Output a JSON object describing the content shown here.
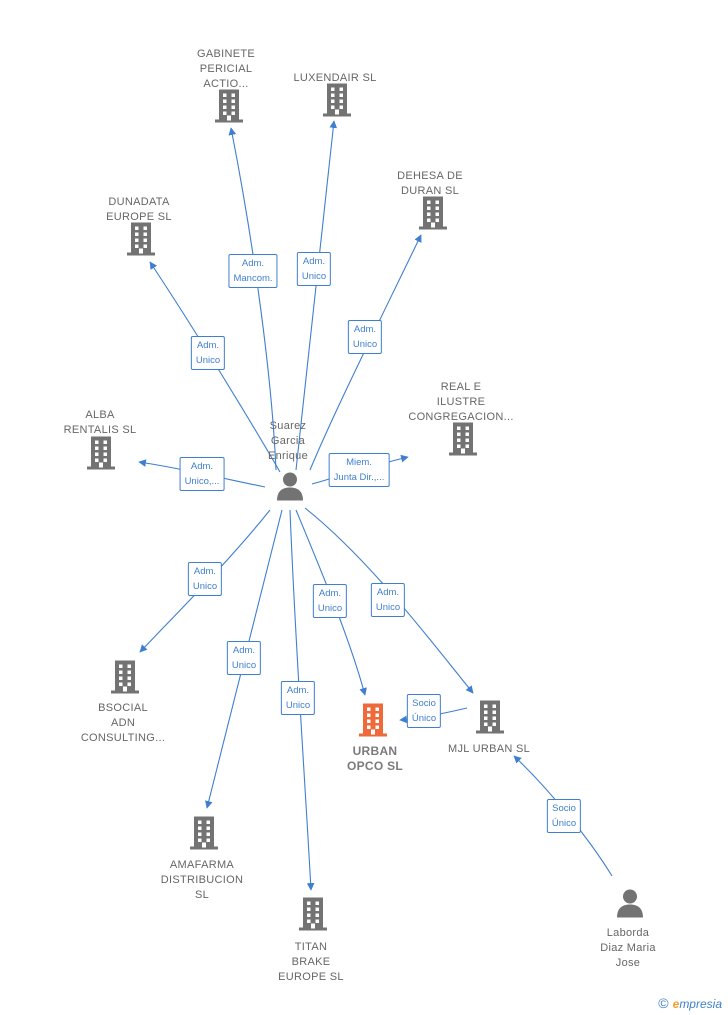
{
  "colors": {
    "edge": "#3f7fcf",
    "company": "#737373",
    "focus_company": "#ef6a3a",
    "person": "#737373"
  },
  "nodes": [
    {
      "id": "gabinete",
      "type": "company",
      "label": "GABINETE\nPERICIAL\nACTIO..."
    },
    {
      "id": "luxendair",
      "type": "company",
      "label": "LUXENDAIR  SL"
    },
    {
      "id": "dehesa",
      "type": "company",
      "label": "DEHESA DE\nDURAN  SL"
    },
    {
      "id": "dunadata",
      "type": "company",
      "label": "DUNADATA\nEUROPE  SL"
    },
    {
      "id": "real",
      "type": "company",
      "label": "REAL E\nILUSTRE\nCONGREGACION..."
    },
    {
      "id": "alba",
      "type": "company",
      "label": "ALBA\nRENTALIS  SL"
    },
    {
      "id": "suarez",
      "type": "person",
      "label": "Suarez\nGarcia\nEnrique"
    },
    {
      "id": "bsocial",
      "type": "company",
      "label": "BSOCIAL\nADN\nCONSULTING..."
    },
    {
      "id": "urban",
      "type": "company_focus",
      "label": "URBAN\nOPCO  SL"
    },
    {
      "id": "mjl",
      "type": "company",
      "label": "MJL URBAN  SL"
    },
    {
      "id": "amafarma",
      "type": "company",
      "label": "AMAFARMA\nDISTRIBUCION\nSL"
    },
    {
      "id": "titan",
      "type": "company",
      "label": "TITAN\nBRAKE\nEUROPE  SL"
    },
    {
      "id": "laborda",
      "type": "person",
      "label": "Laborda\nDiaz Maria\nJose"
    }
  ],
  "edges": [
    {
      "from": "suarez",
      "to": "gabinete",
      "label": "Adm.\nMancom."
    },
    {
      "from": "suarez",
      "to": "luxendair",
      "label": "Adm.\nUnico"
    },
    {
      "from": "suarez",
      "to": "dehesa",
      "label": "Adm.\nUnico"
    },
    {
      "from": "suarez",
      "to": "dunadata",
      "label": "Adm.\nUnico"
    },
    {
      "from": "suarez",
      "to": "alba",
      "label": "Adm.\nUnico,..."
    },
    {
      "from": "suarez",
      "to": "real",
      "label": "Miem.\nJunta Dir.,..."
    },
    {
      "from": "suarez",
      "to": "bsocial",
      "label": "Adm.\nUnico"
    },
    {
      "from": "suarez",
      "to": "amafarma",
      "label": "Adm.\nUnico"
    },
    {
      "from": "suarez",
      "to": "titan",
      "label": "Adm.\nUnico"
    },
    {
      "from": "suarez",
      "to": "urban",
      "label": "Adm.\nUnico"
    },
    {
      "from": "suarez",
      "to": "mjl",
      "label": "Adm.\nUnico"
    },
    {
      "from": "mjl",
      "to": "urban",
      "label": "Socio\nÚnico"
    },
    {
      "from": "laborda",
      "to": "mjl",
      "label": "Socio\nÚnico"
    }
  ],
  "watermark": {
    "copyright": "©",
    "brand_initial": "e",
    "brand_rest": "mpresia"
  }
}
